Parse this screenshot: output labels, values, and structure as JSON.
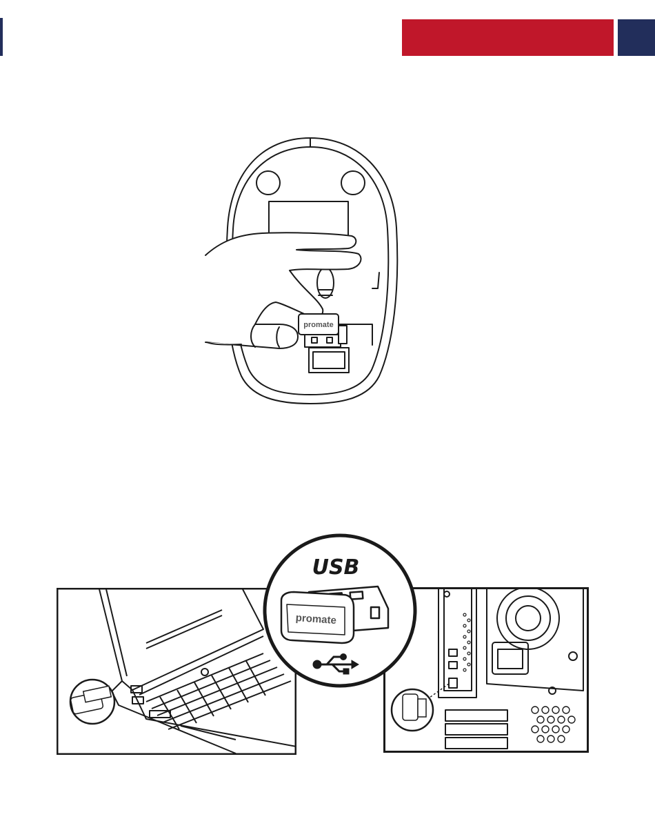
{
  "header": {
    "accent_red": "#c0172a",
    "accent_navy": "#222e5b"
  },
  "illustrations": {
    "mouse_step": {
      "icon": "mouse-receiver-removal-icon",
      "receiver_brand": "promate"
    },
    "usb_callout": {
      "title": "USB",
      "receiver_brand": "promate",
      "symbol_icon": "usb-symbol-icon"
    },
    "laptop_panel": {
      "icon": "laptop-usb-port-icon"
    },
    "desktop_panel": {
      "icon": "desktop-usb-port-icon"
    }
  }
}
